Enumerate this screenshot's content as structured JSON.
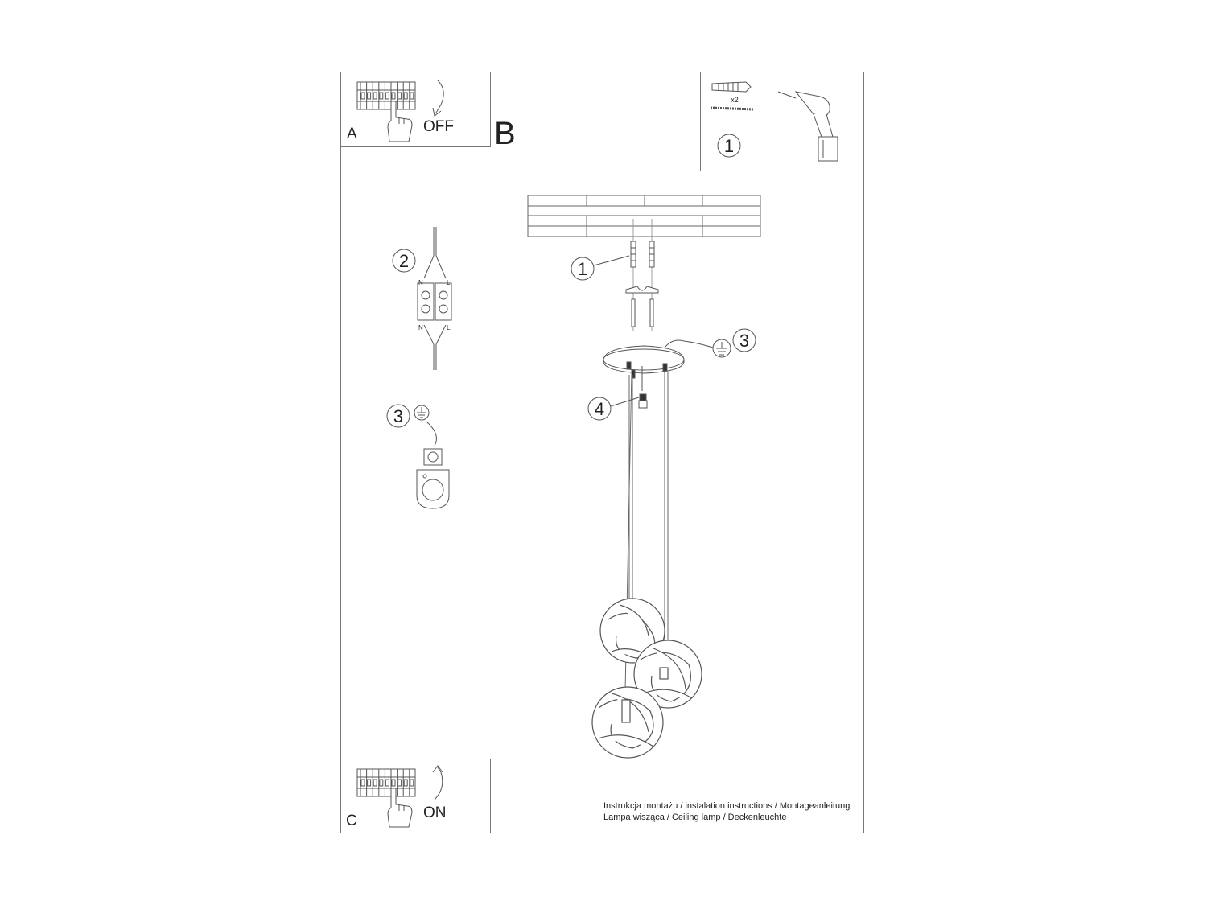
{
  "panels": {
    "a": {
      "letter": "A",
      "state": "OFF"
    },
    "b": {
      "letter": "B"
    },
    "c": {
      "letter": "C",
      "state": "ON"
    }
  },
  "tools": {
    "multiplier": "x2",
    "step": "1"
  },
  "steps": {
    "wiring": "2",
    "wiring_n": "N",
    "wiring_l": "L",
    "ground": "3"
  },
  "callouts": {
    "anchor": "1",
    "ground": "3",
    "screw": "4"
  },
  "caption": {
    "line1": "Instrukcja montażu / instalation instructions / Montageanleitung",
    "line2": "Lampa wisząca / Ceiling lamp / Deckenleuchte"
  },
  "icons": [
    "breaker-box-icon",
    "hand-icon",
    "curved-arrow-icon",
    "wall-plug-icon",
    "drill-icon",
    "ground-symbol-icon"
  ]
}
